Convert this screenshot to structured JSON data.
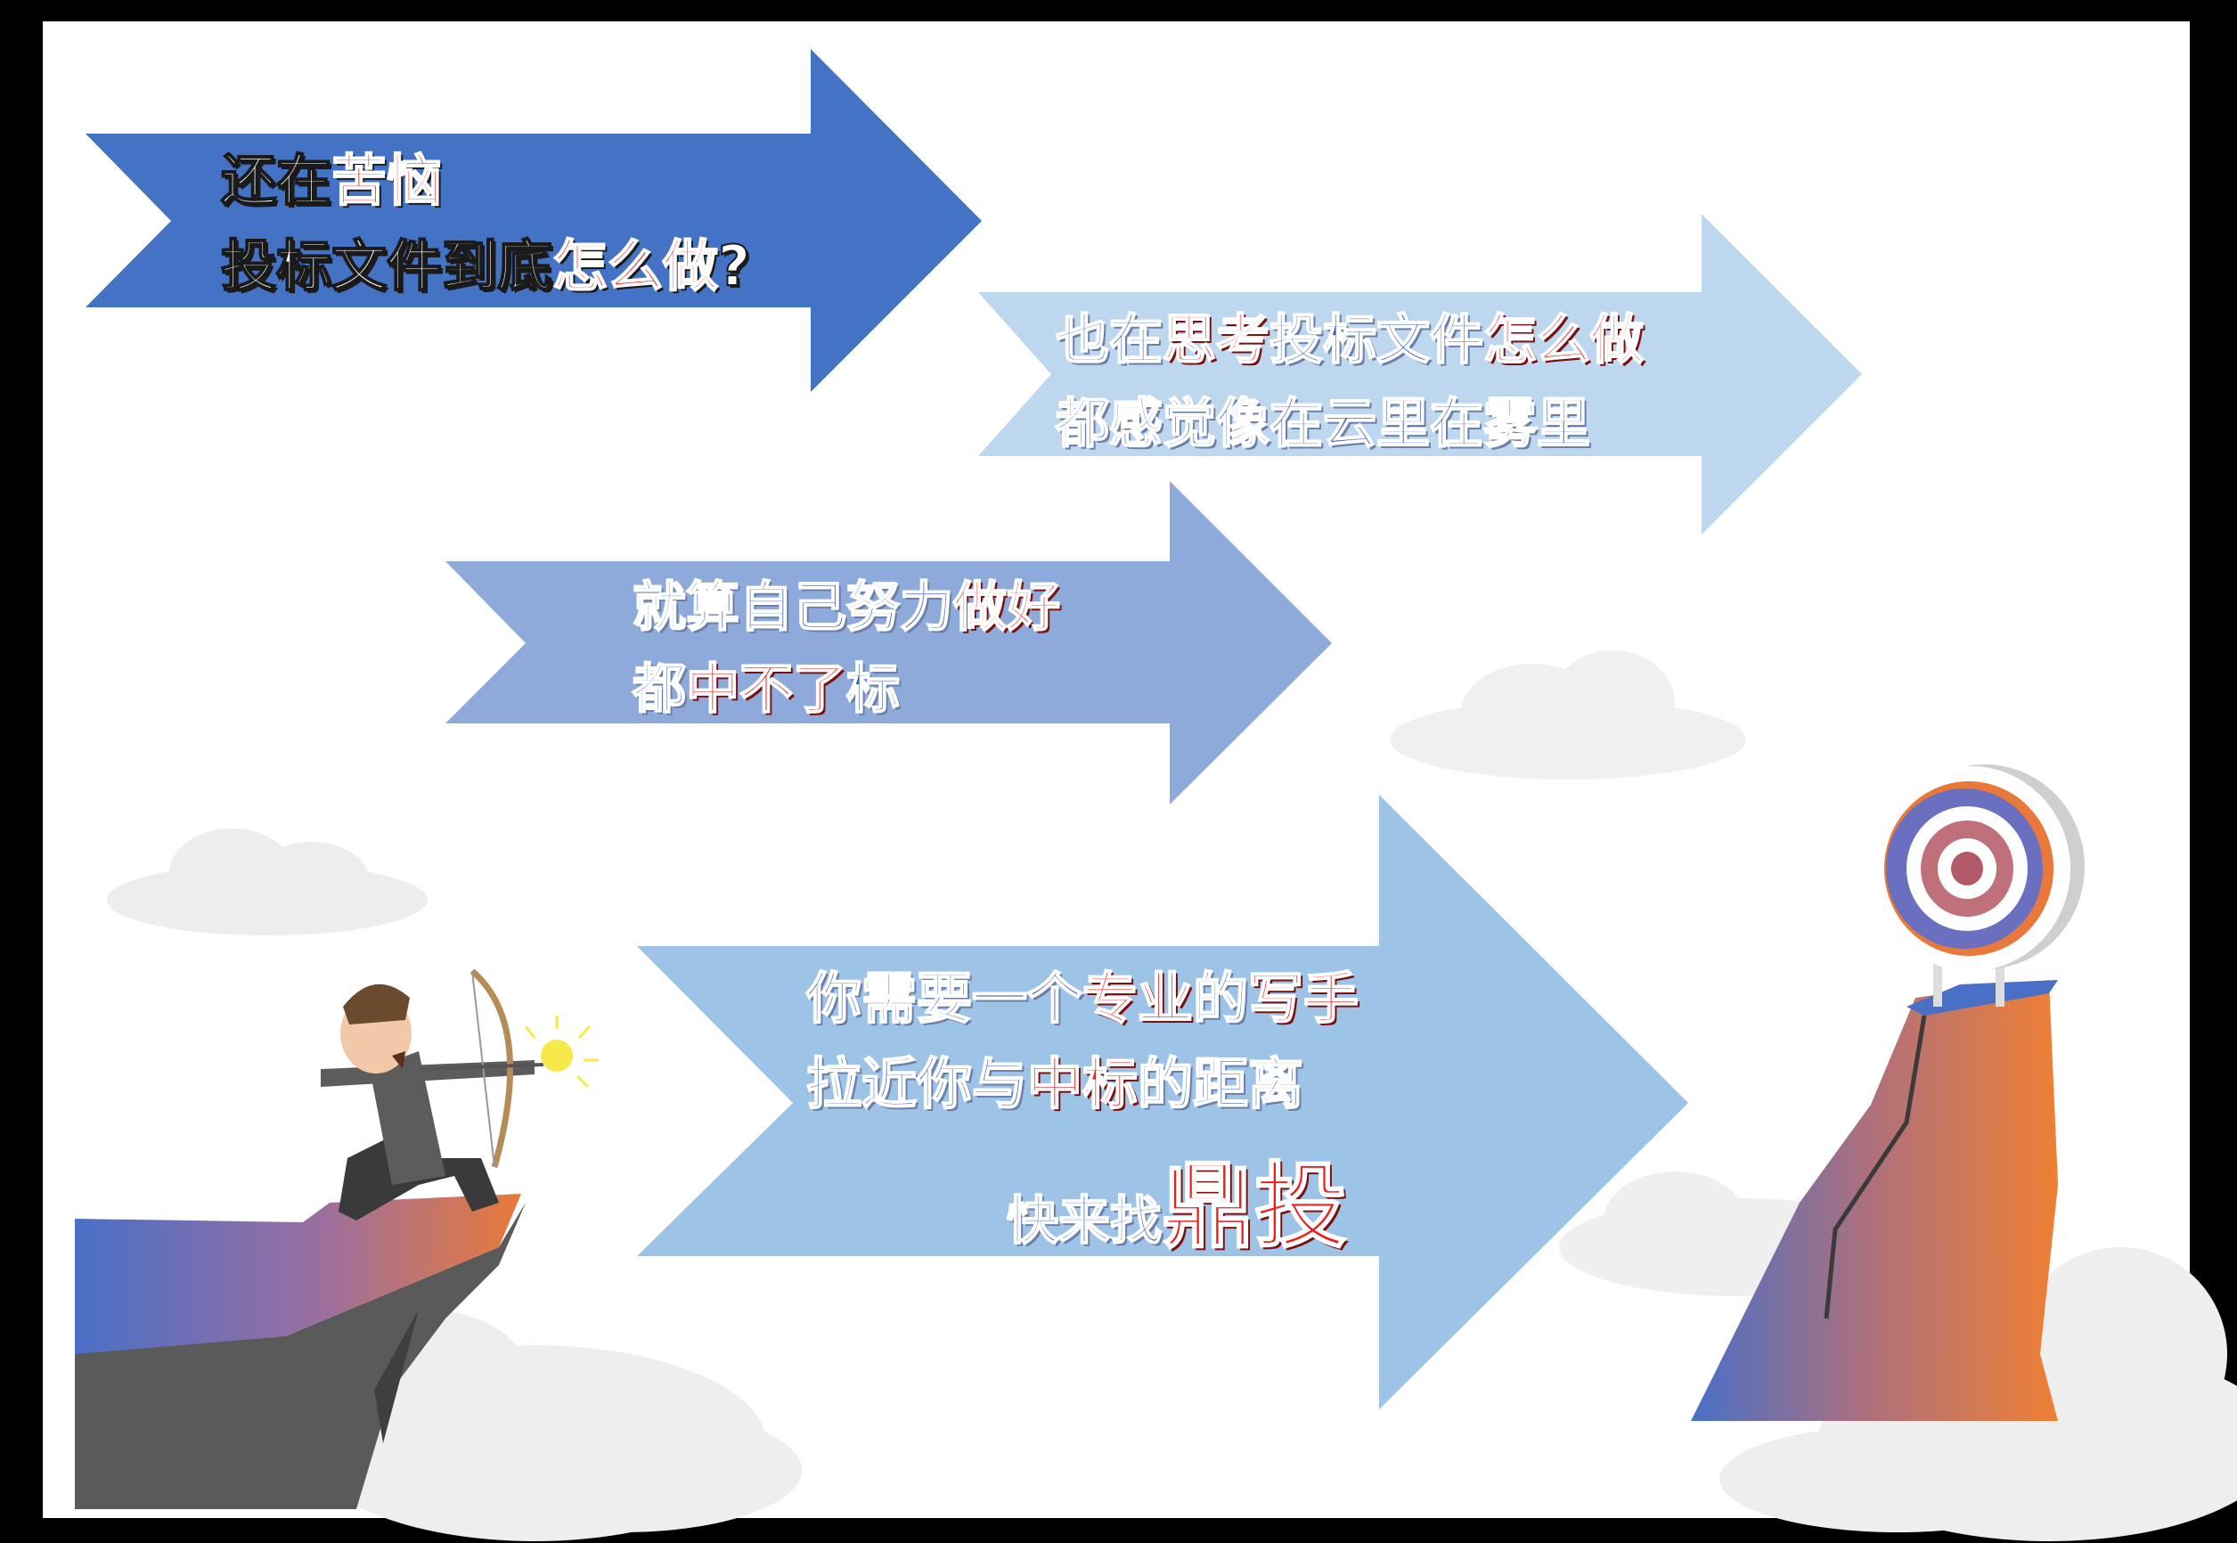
{
  "arrow1": {
    "line1": {
      "a": "还在",
      "b": "苦恼"
    },
    "line2": {
      "a": "投标文件到底",
      "b": "怎么做",
      "c": "?"
    }
  },
  "arrow2": {
    "line1": {
      "a": "也在",
      "b": "思考",
      "c": "投标文件",
      "d": "怎么做"
    },
    "line2": "都感觉像在云里在雾里"
  },
  "arrow3": {
    "line1": {
      "a": "就算自己努力",
      "b": "做好"
    },
    "line2": {
      "a": "都",
      "b": "中不了",
      "c": "标"
    }
  },
  "arrow4": {
    "line1": {
      "a": "你需要一个",
      "b": "专业",
      "c": "的",
      "d": "写手"
    },
    "line2": {
      "a": "拉近你与",
      "b": "中标",
      "c": "的距离"
    },
    "line3": {
      "a": "快来找",
      "b": "鼎投"
    }
  },
  "colors": {
    "arrow1": "#4472c4",
    "arrow2": "#bdd7ee",
    "arrow3": "#8eaadb",
    "arrow4": "#9dc3e6",
    "highlight_red": "#f21b1b"
  },
  "illustration": {
    "archer": "archer-icon",
    "target": "target-icon",
    "cliffs": "cliff-icon",
    "clouds": "cloud-icon"
  }
}
